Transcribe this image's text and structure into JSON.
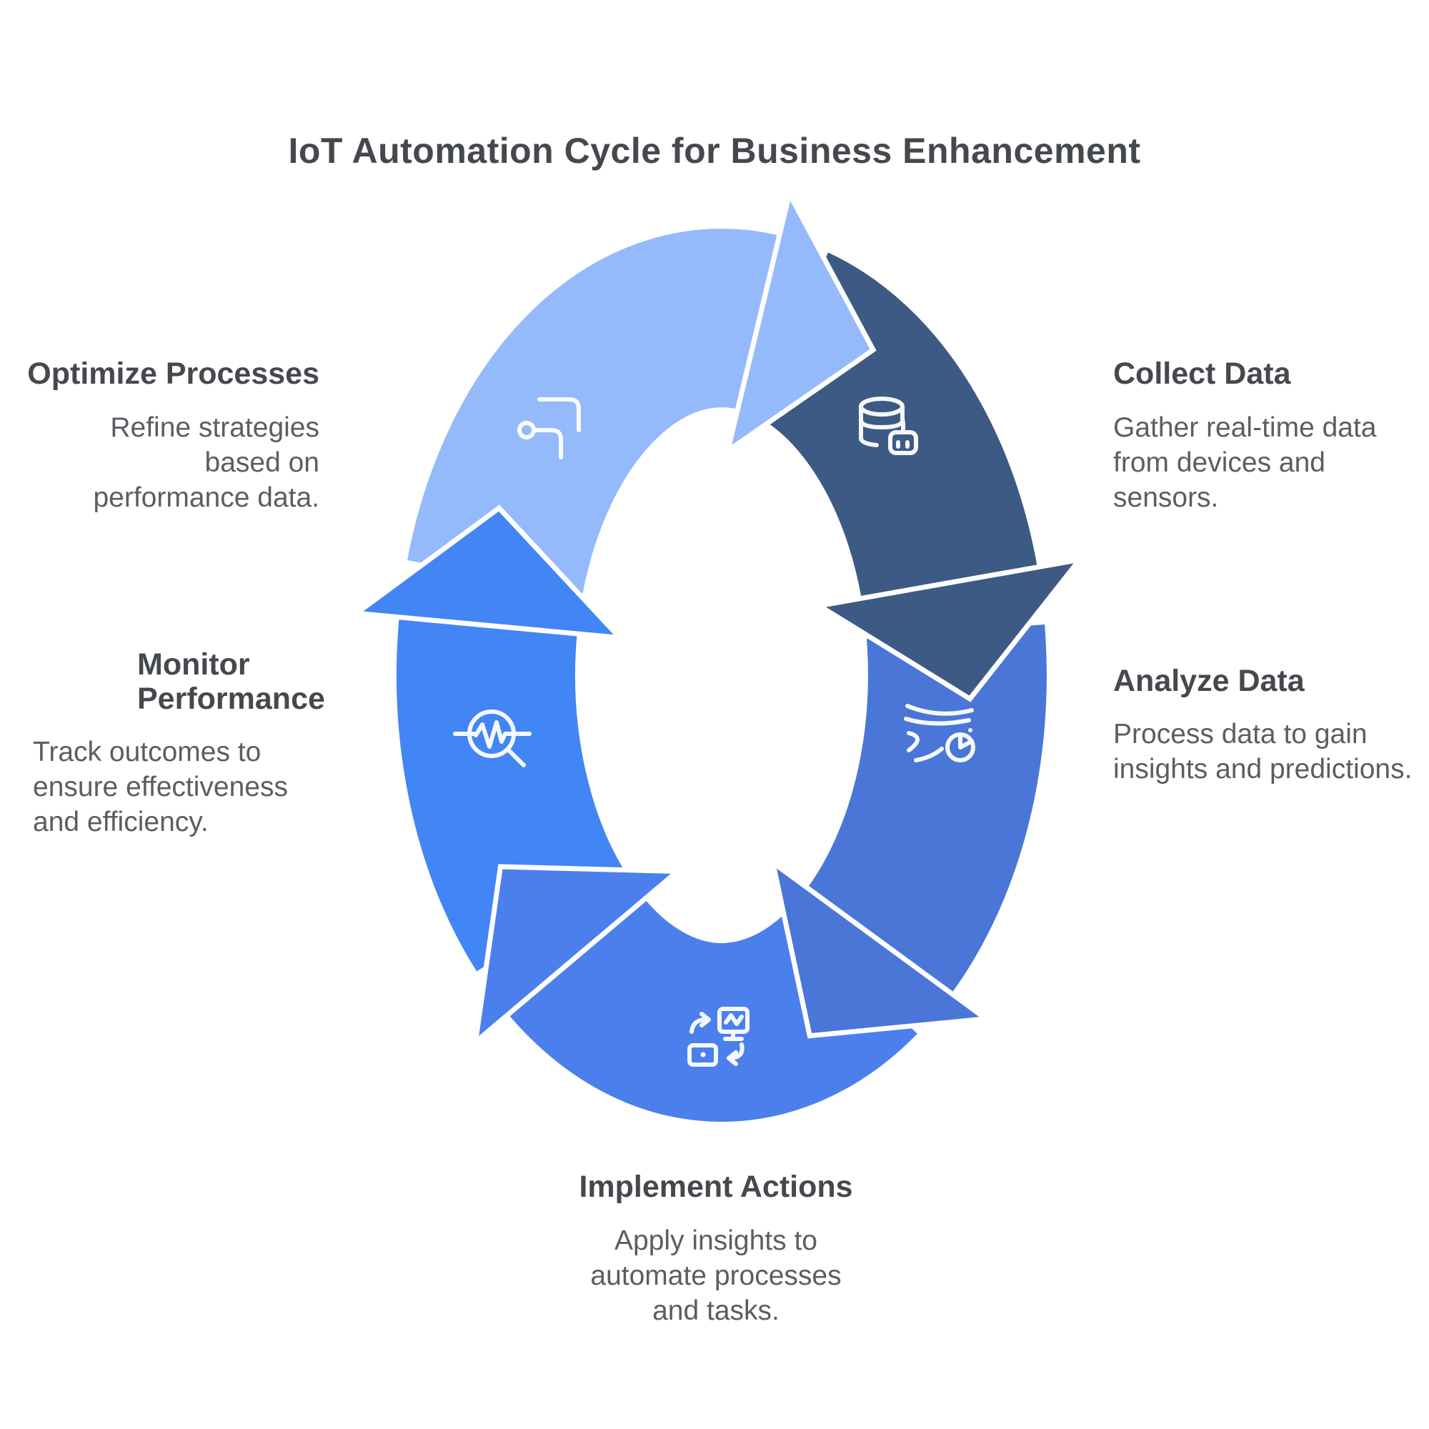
{
  "title": "IoT Automation Cycle for Business Enhancement",
  "palette": {
    "background": "#ffffff",
    "title_text": "#45494e",
    "heading_text": "#45494e",
    "body_text": "#5a5e63",
    "icon_stroke": "#ffffff",
    "arrow_outline": "#ffffff"
  },
  "steps": [
    {
      "id": "optimize",
      "heading": "Optimize Processes",
      "body": "Refine strategies based on performance data.",
      "color": "#95bafb",
      "icon": "optimize-arrows-icon"
    },
    {
      "id": "collect",
      "heading": "Collect Data",
      "body": "Gather real-time data from devices and sensors.",
      "color": "#3d5a85",
      "icon": "database-robot-icon"
    },
    {
      "id": "analyze",
      "heading": "Analyze Data",
      "body": "Process data to gain insights and predictions.",
      "color": "#4a76d8",
      "icon": "data-flow-pie-icon"
    },
    {
      "id": "implement",
      "heading": "Implement Actions",
      "body": "Apply insights to automate processes and tasks.",
      "color": "#4b80ec",
      "icon": "devices-sync-icon"
    },
    {
      "id": "monitor",
      "heading": "Monitor Performance",
      "body": "Track outcomes to ensure effectiveness and efficiency.",
      "color": "#4285f4",
      "icon": "pulse-magnifier-icon"
    }
  ]
}
